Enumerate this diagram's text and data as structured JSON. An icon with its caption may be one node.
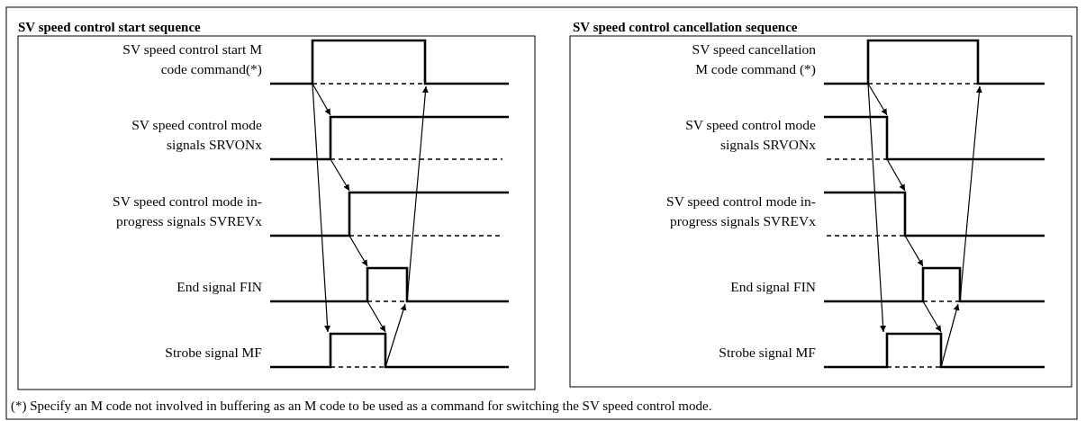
{
  "diagram": {
    "caption": "(*) Specify an M code not involved in buffering as an M code to be used as a command for switching the SV speed control mode.",
    "labels": [
      "SV speed control start sequence",
      "SV speed control start M code command(*)",
      "SV speed control mode signals SRVONx",
      "SV speed control mode in-progress signals SVREVx",
      "End signal FIN",
      "Strobe signal MF",
      "SV speed control cancellation sequence",
      "SV speed cancellation M code command (*)",
      "SV speed control mode signals SRVONx",
      "SV speed control mode in-progress signals SVREVx",
      "End signal FIN",
      "Strobe signal MF"
    ]
  }
}
